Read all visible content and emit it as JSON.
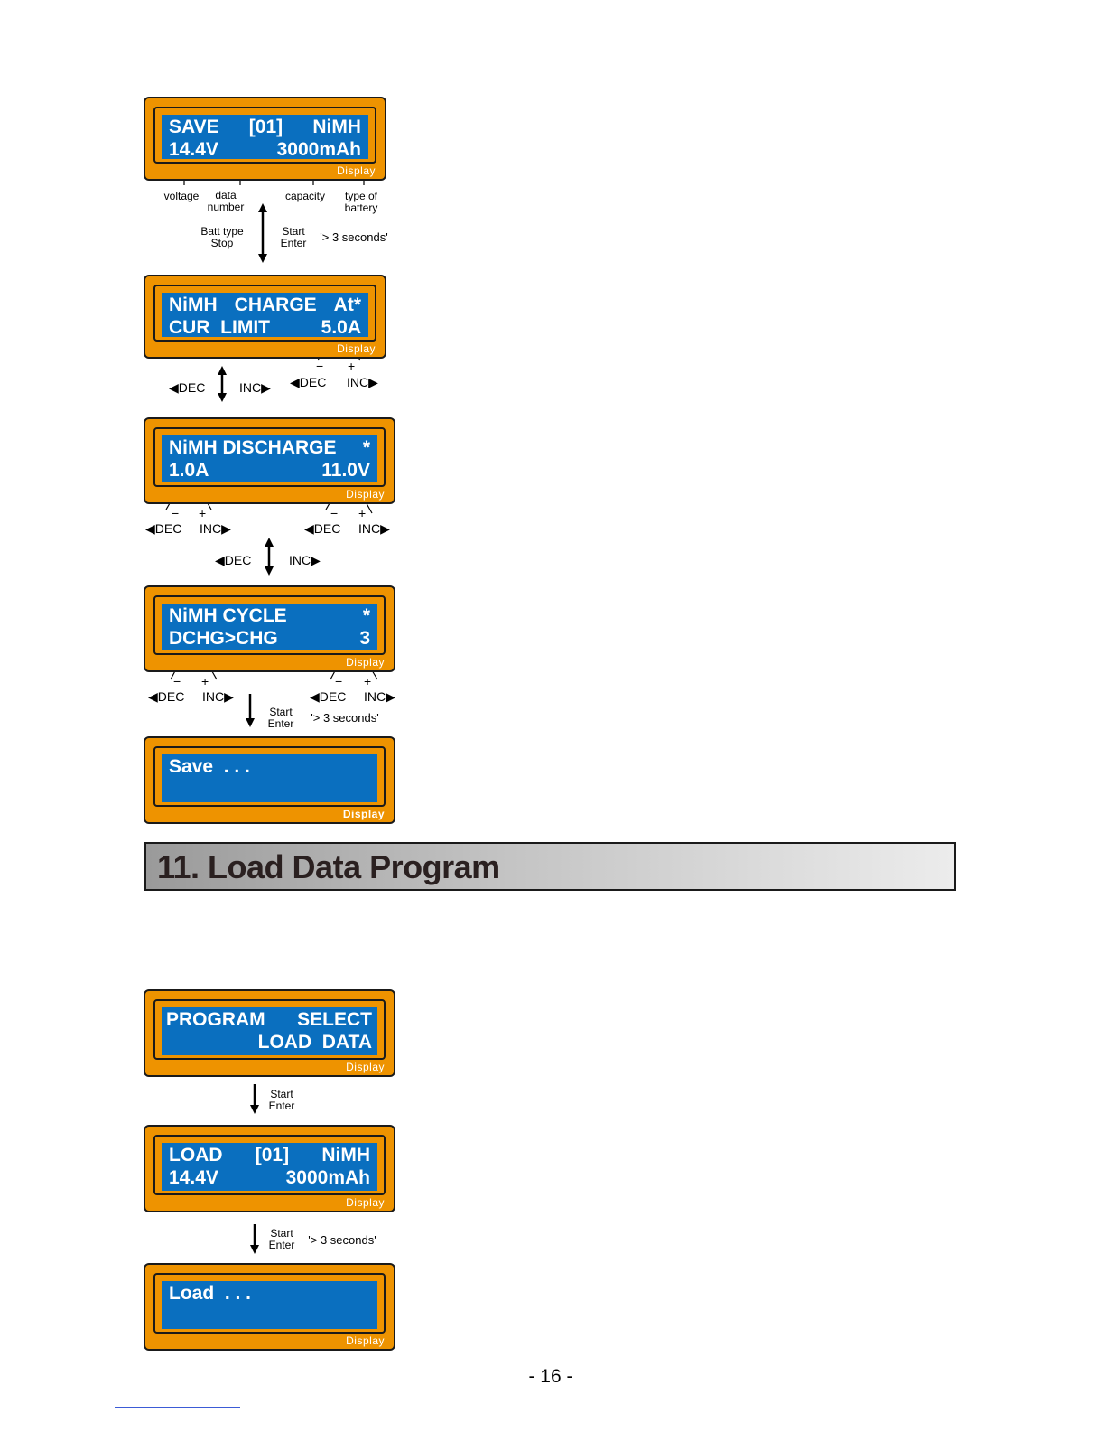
{
  "screens": {
    "save": {
      "line1": [
        "SAVE",
        "[01]",
        "NiMH"
      ],
      "line2": [
        "14.4V",
        "3000mAh"
      ],
      "tag": "Display"
    },
    "charge": {
      "line1": [
        "NiMH",
        "CHARGE",
        "At*"
      ],
      "line2": [
        "CUR  LIMIT",
        "5.0A"
      ],
      "tag": "Display"
    },
    "discharge": {
      "line1": [
        "NiMH DISCHARGE",
        "*"
      ],
      "line2": [
        "1.0A",
        "11.0V"
      ],
      "tag": "Display"
    },
    "cycle": {
      "line1": [
        "NiMH CYCLE",
        "*"
      ],
      "line2": [
        "DCHG>CHG",
        "3"
      ],
      "tag": "Display"
    },
    "saving": {
      "line1": [
        "Save  . . ."
      ],
      "tag": "Display"
    },
    "program_select": {
      "line1": [
        "PROGRAM",
        "SELECT"
      ],
      "line2": [
        "LOAD  DATA"
      ],
      "tag": "Display"
    },
    "load": {
      "line1": [
        "LOAD",
        "[01]",
        "NiMH"
      ],
      "line2": [
        "14.4V",
        "3000mAh"
      ],
      "tag": "Display"
    },
    "loading": {
      "line1": [
        "Load  . . ."
      ],
      "tag": "Display"
    }
  },
  "annotations": {
    "voltage": "voltage",
    "data_number": "data\nnumber",
    "capacity": "capacity",
    "type_of_battery": "type of\nbattery",
    "batt_type_stop": "Batt type\nStop",
    "start_enter": "Start\nEnter",
    "three_seconds": "'> 3 seconds'",
    "dec": "◀DEC",
    "inc": "INC▶",
    "minus": "−",
    "plus": "+"
  },
  "section_title": "11. Load Data Program",
  "page_number": "- 16 -"
}
